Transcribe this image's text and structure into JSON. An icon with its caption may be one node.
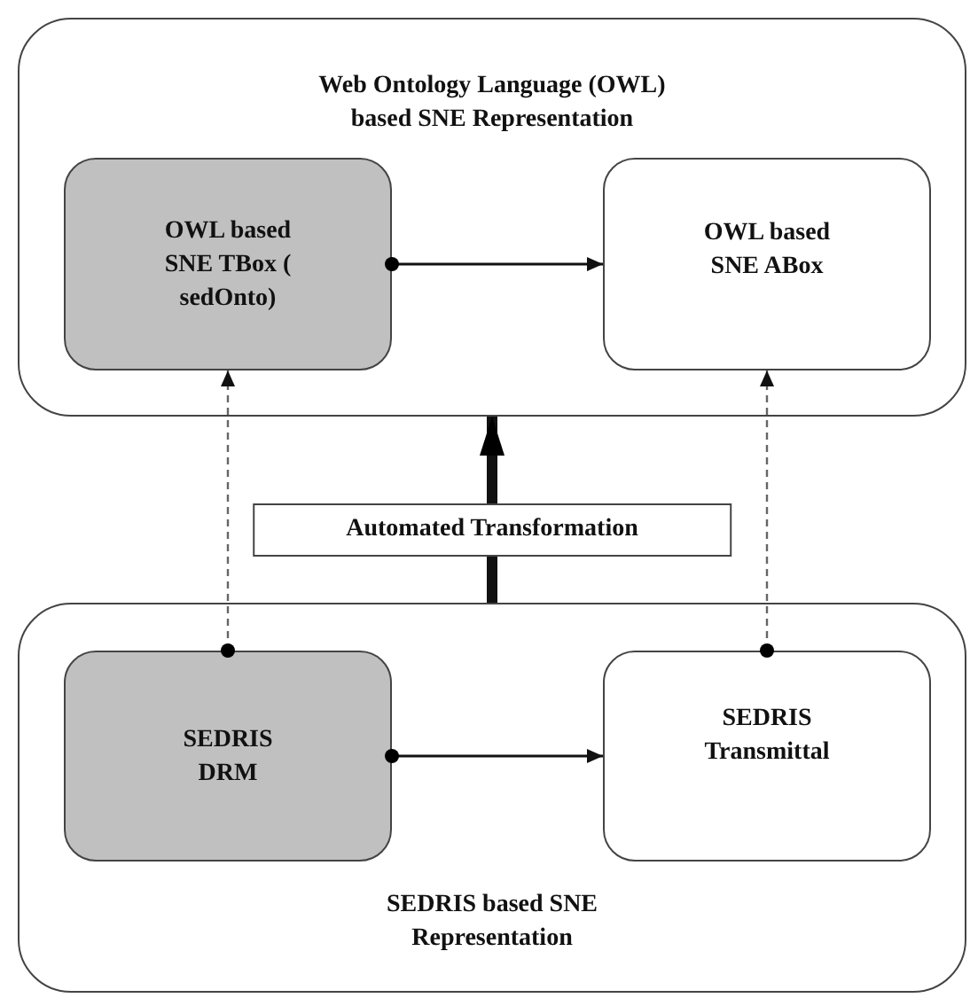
{
  "diagram": {
    "nodes": [
      {
        "text": [
          "Web Ontology Language (OWL) based SNE Representation"
        ]
      },
      {
        "text": [
          "OWL based SNE TBox ( sedOnto)"
        ],
        "in": 0
      },
      {
        "text": [
          "OWL based SNE ABox"
        ],
        "in": 0
      },
      {
        "text": [
          "SEDRIS based SNE Representation"
        ]
      },
      {
        "text": [
          "SEDRIS DRM"
        ],
        "in": 3
      },
      {
        "text": [
          "SEDRIS Transmittal"
        ],
        "in": 3
      }
    ],
    "edges": [
      {
        "from": 1,
        "to": 2,
        "arrow": "to"
      },
      {
        "from": 4,
        "to": 1,
        "arrow": "to",
        "style": "dashed"
      },
      {
        "from": 5,
        "to": 2,
        "arrow": "to",
        "style": "dashed"
      },
      {
        "from": 4,
        "to": 5,
        "arrow": "to"
      },
      {
        "from": 3,
        "to": 0,
        "arrow": "to",
        "style": "thick",
        "label": "Automated Transformation"
      }
    ]
  }
}
